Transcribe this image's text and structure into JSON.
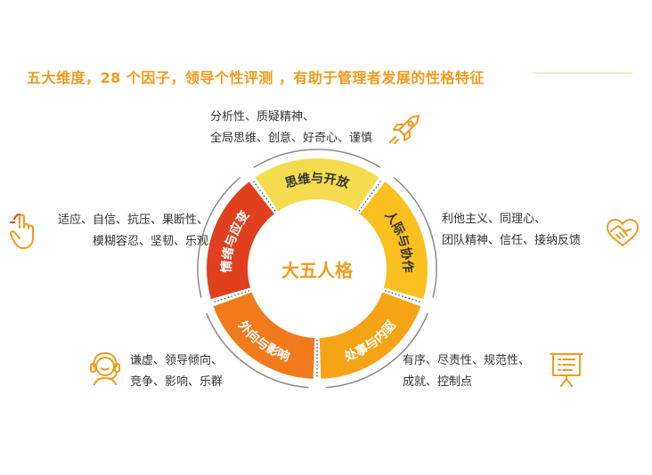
{
  "headline": "五大维度，28 个因子，领导个性评测 ，有助于管理者发展的性格特征",
  "center_label": "大五人格",
  "segments": [
    {
      "label": "思维与开放",
      "color": "#f5dc4e"
    },
    {
      "label": "人际与协作",
      "color": "#f9c01f"
    },
    {
      "label": "处事与内驱",
      "color": "#f6a416"
    },
    {
      "label": "外向与影响",
      "color": "#f07a1c"
    },
    {
      "label": "情绪与应变",
      "color": "#e0401e"
    }
  ],
  "descriptions": {
    "top": [
      "分析性、质疑精神、",
      "全局思维、创意、好奇心、谨慎"
    ],
    "right": [
      "利他主义、同理心、",
      "团队精神、信任、接纳反馈"
    ],
    "left": [
      "适应、自信、抗压、果断性、",
      "模糊容忍、坚韧、乐观"
    ],
    "bottom_left": [
      "谦虚、领导倾向、",
      "竞争、影响、乐群"
    ],
    "bottom_right": [
      "有序、尽责性、规范性、",
      "成就、控制点"
    ]
  },
  "icons": {
    "top": "rocket-icon",
    "right": "handshake-icon",
    "left": "tap-hand-icon",
    "bottom_left": "headset-person-icon",
    "bottom_right": "presentation-board-icon"
  },
  "colors": {
    "accent": "#f29b1b",
    "ring_outline": "#8a8a8a",
    "center_text": "#f29b1b"
  }
}
